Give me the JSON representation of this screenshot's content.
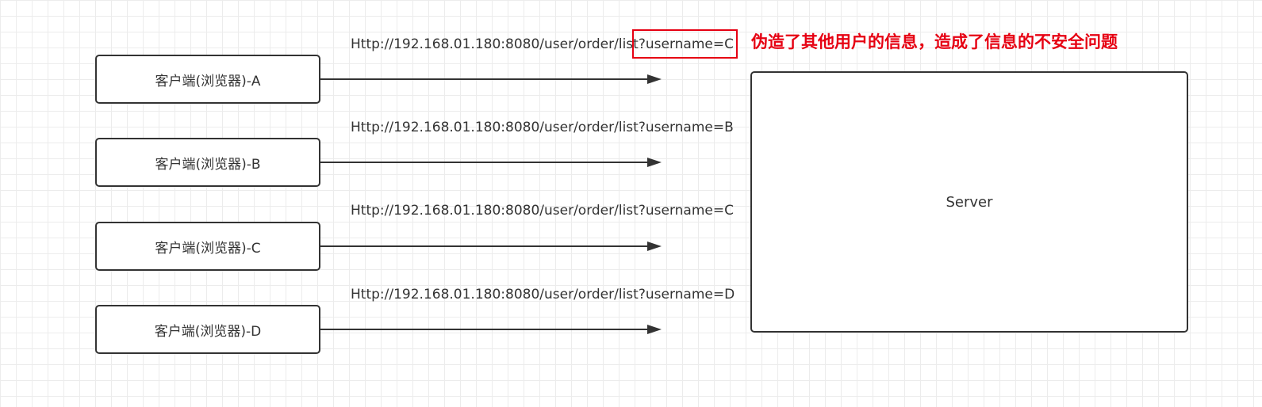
{
  "clients": [
    {
      "label": "客户端(浏览器)-A",
      "url": "Http://192.168.01.180:8080/user/order/list?username=C"
    },
    {
      "label": "客户端(浏览器)-B",
      "url": "Http://192.168.01.180:8080/user/order/list?username=B"
    },
    {
      "label": "客户端(浏览器)-C",
      "url": "Http://192.168.01.180:8080/user/order/list?username=C"
    },
    {
      "label": "客户端(浏览器)-D",
      "url": "Http://192.168.01.180:8080/user/order/list?username=D"
    }
  ],
  "server": {
    "label": "Server"
  },
  "warning": {
    "text": "伪造了其他用户的信息，造成了信息的不安全问题"
  },
  "colors": {
    "stroke": "#333333",
    "highlight": "#e60012"
  }
}
